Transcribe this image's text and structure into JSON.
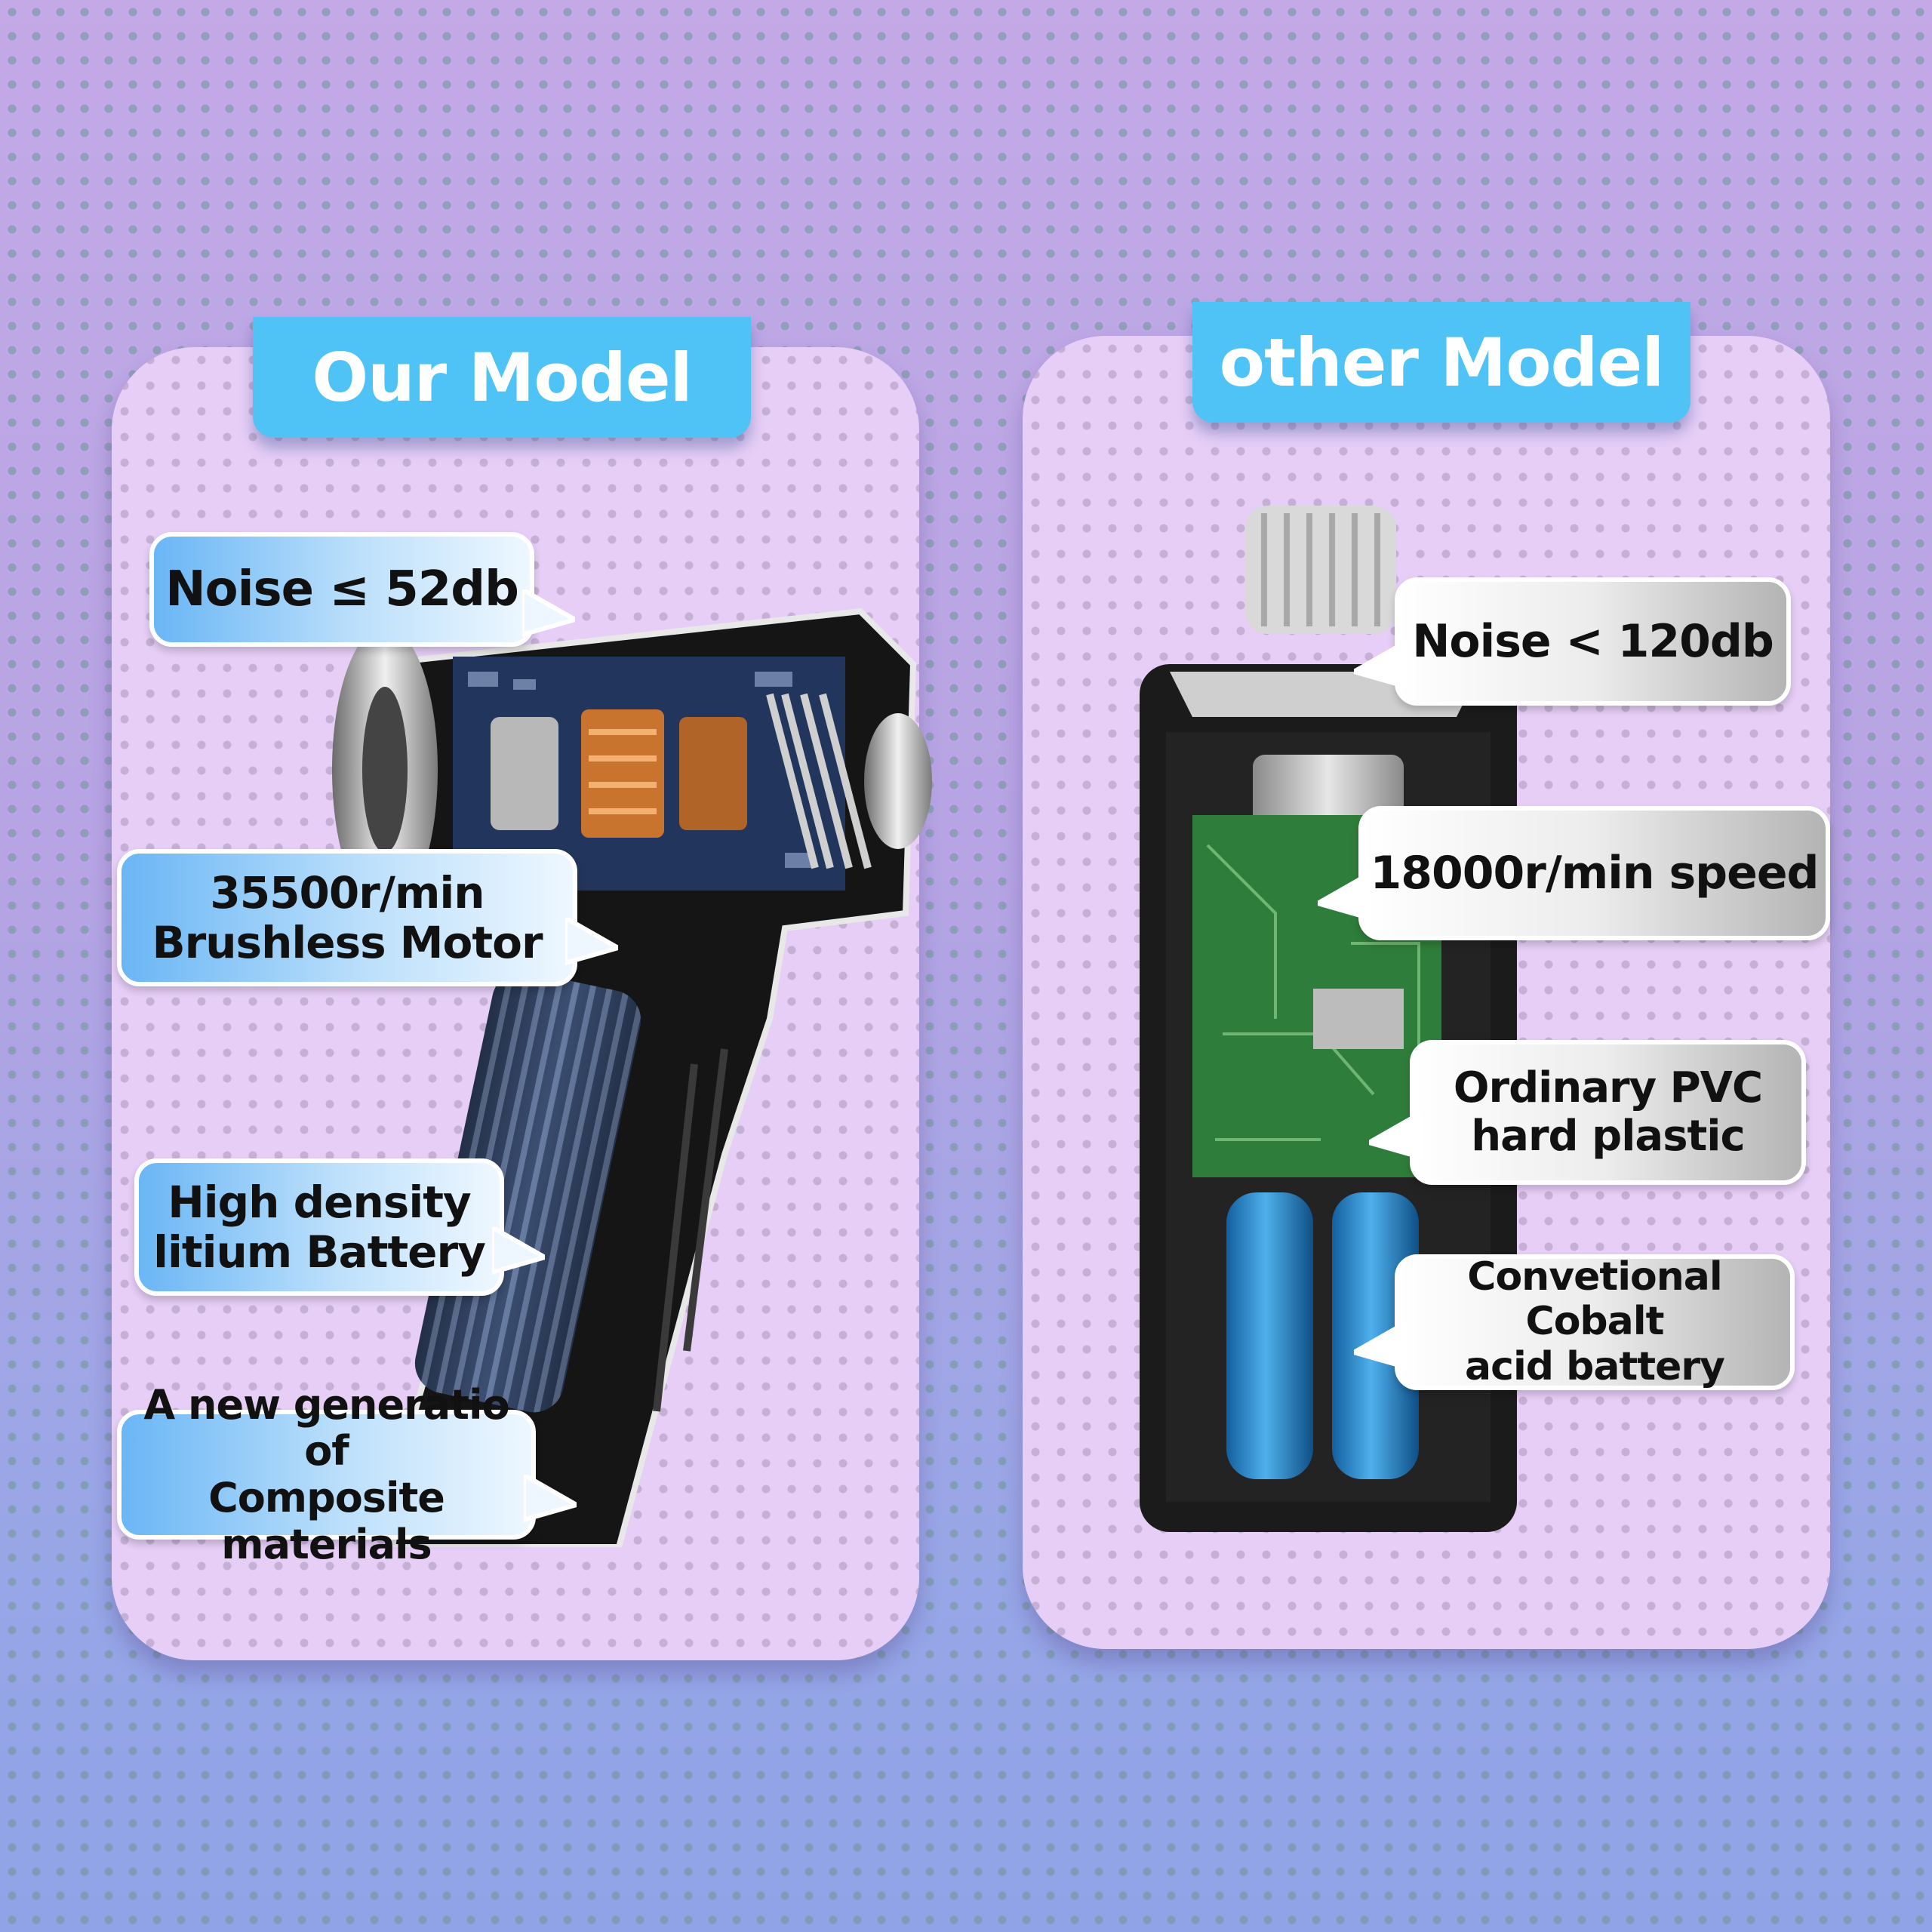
{
  "left_panel": {
    "tab_title": "Our Model",
    "callouts": [
      {
        "text": "Noise ≤ 52db"
      },
      {
        "text": "35500r/min\nBrushless Motor"
      },
      {
        "text": "High density\nlitium Battery"
      },
      {
        "text": "A new generatio of\nComposite materials"
      }
    ]
  },
  "right_panel": {
    "tab_title": "other Model",
    "callouts": [
      {
        "text": "Noise < 120db"
      },
      {
        "text": "18000r/min speed"
      },
      {
        "text": "Ordinary PVC\nhard plastic"
      },
      {
        "text": "Convetional Cobalt\nacid battery"
      }
    ]
  },
  "colors": {
    "tab_blue": "#4fc3f5",
    "panel_lilac": "#e6cef6",
    "callout_blue": "#6ab6f5",
    "callout_silver": "#b4b4b4"
  }
}
